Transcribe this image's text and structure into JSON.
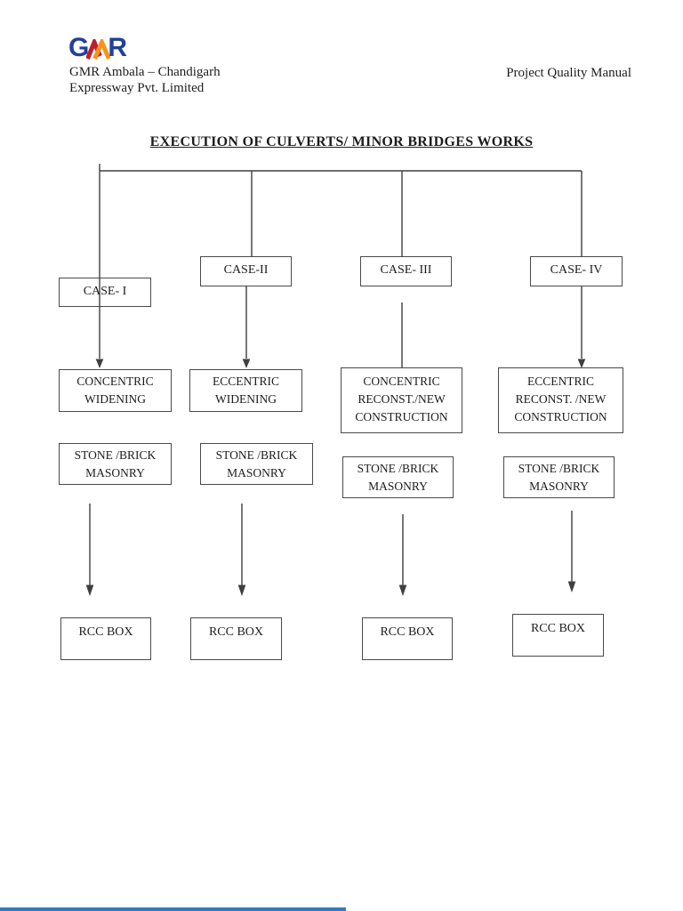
{
  "header": {
    "logo": {
      "letter_g": "G",
      "letter_r": "R",
      "navy": "#21409a",
      "red": "#bf1e2e",
      "orange": "#f7941d"
    },
    "company_name_line1": "GMR Ambala – Chandigarh",
    "company_name_line2": "Expressway Pvt. Limited",
    "document_title": "Project Quality Manual"
  },
  "diagram": {
    "title": "EXECUTION OF CULVERTS/ MINOR BRIDGES WORKS",
    "line_color": "#3f3f3f",
    "columns": [
      {
        "case_label": "CASE- I",
        "method": "CONCENTRIC WIDENING",
        "material": "STONE /BRICK MASONRY",
        "outcome": "RCC BOX"
      },
      {
        "case_label": "CASE-II",
        "method": "ECCENTRIC WIDENING",
        "material": "STONE /BRICK MASONRY",
        "outcome": "RCC BOX"
      },
      {
        "case_label": "CASE- III",
        "method": "CONCENTRIC RECONST./NEW CONSTRUCTION",
        "material": "STONE /BRICK MASONRY",
        "outcome": "RCC BOX"
      },
      {
        "case_label": "CASE- IV",
        "method": "ECCENTRIC RECONST. /NEW CONSTRUCTION",
        "material": "STONE /BRICK MASONRY",
        "outcome": "RCC BOX"
      }
    ]
  },
  "footer": {
    "progress_bar_color": "#2f7bc3"
  }
}
